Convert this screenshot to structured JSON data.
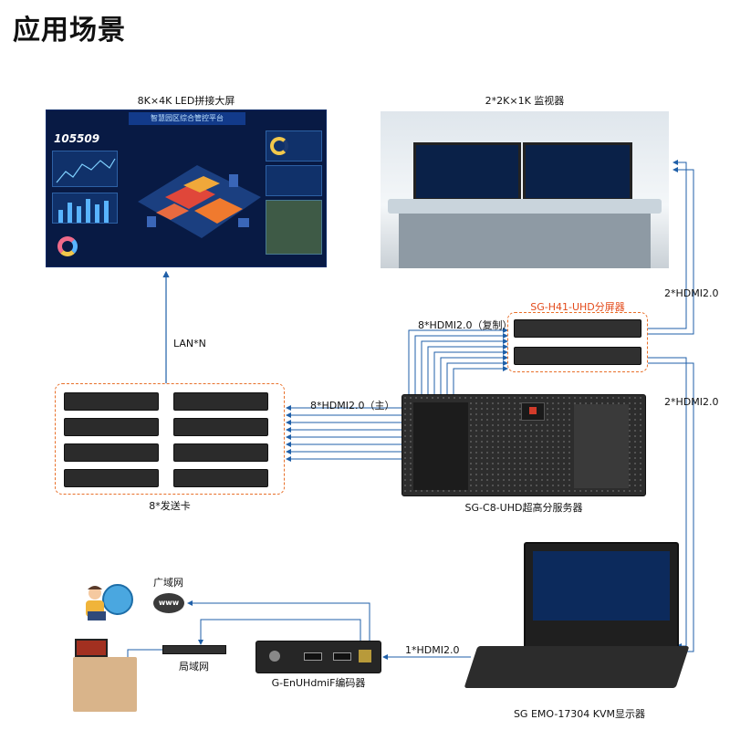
{
  "page_title": "应用场景",
  "labels": {
    "led_wall": "8K×4K LED拼接大屏",
    "monitors": "2*2K×1K 监视器",
    "splitter_title": "SG-H41-UHD分屏器",
    "hdmi_copy": "8*HDMI2.0（复制）",
    "hdmi_main": "8*HDMI2.0（主）",
    "hdmi_monitor": "2*HDMI2.0",
    "hdmi_kvm": "2*HDMI2.0",
    "lan": "LAN*N",
    "senders": "8*发送卡",
    "server": "SG-C8-UHD超高分服务器",
    "wan": "广域网",
    "lan_local": "局域网",
    "hdmi_encoder": "1*HDMI2.0",
    "encoder": "G-EnUHdmiF编码器",
    "kvm": "SG EMO-17304 KVM显示器"
  },
  "led_screen": {
    "title": "智慧园区综合管控平台",
    "number": "105509"
  },
  "www_text": "www",
  "colors": {
    "wire": "#1f5fa8",
    "accent_red": "#e34a1a",
    "dash": "#e8702a"
  }
}
